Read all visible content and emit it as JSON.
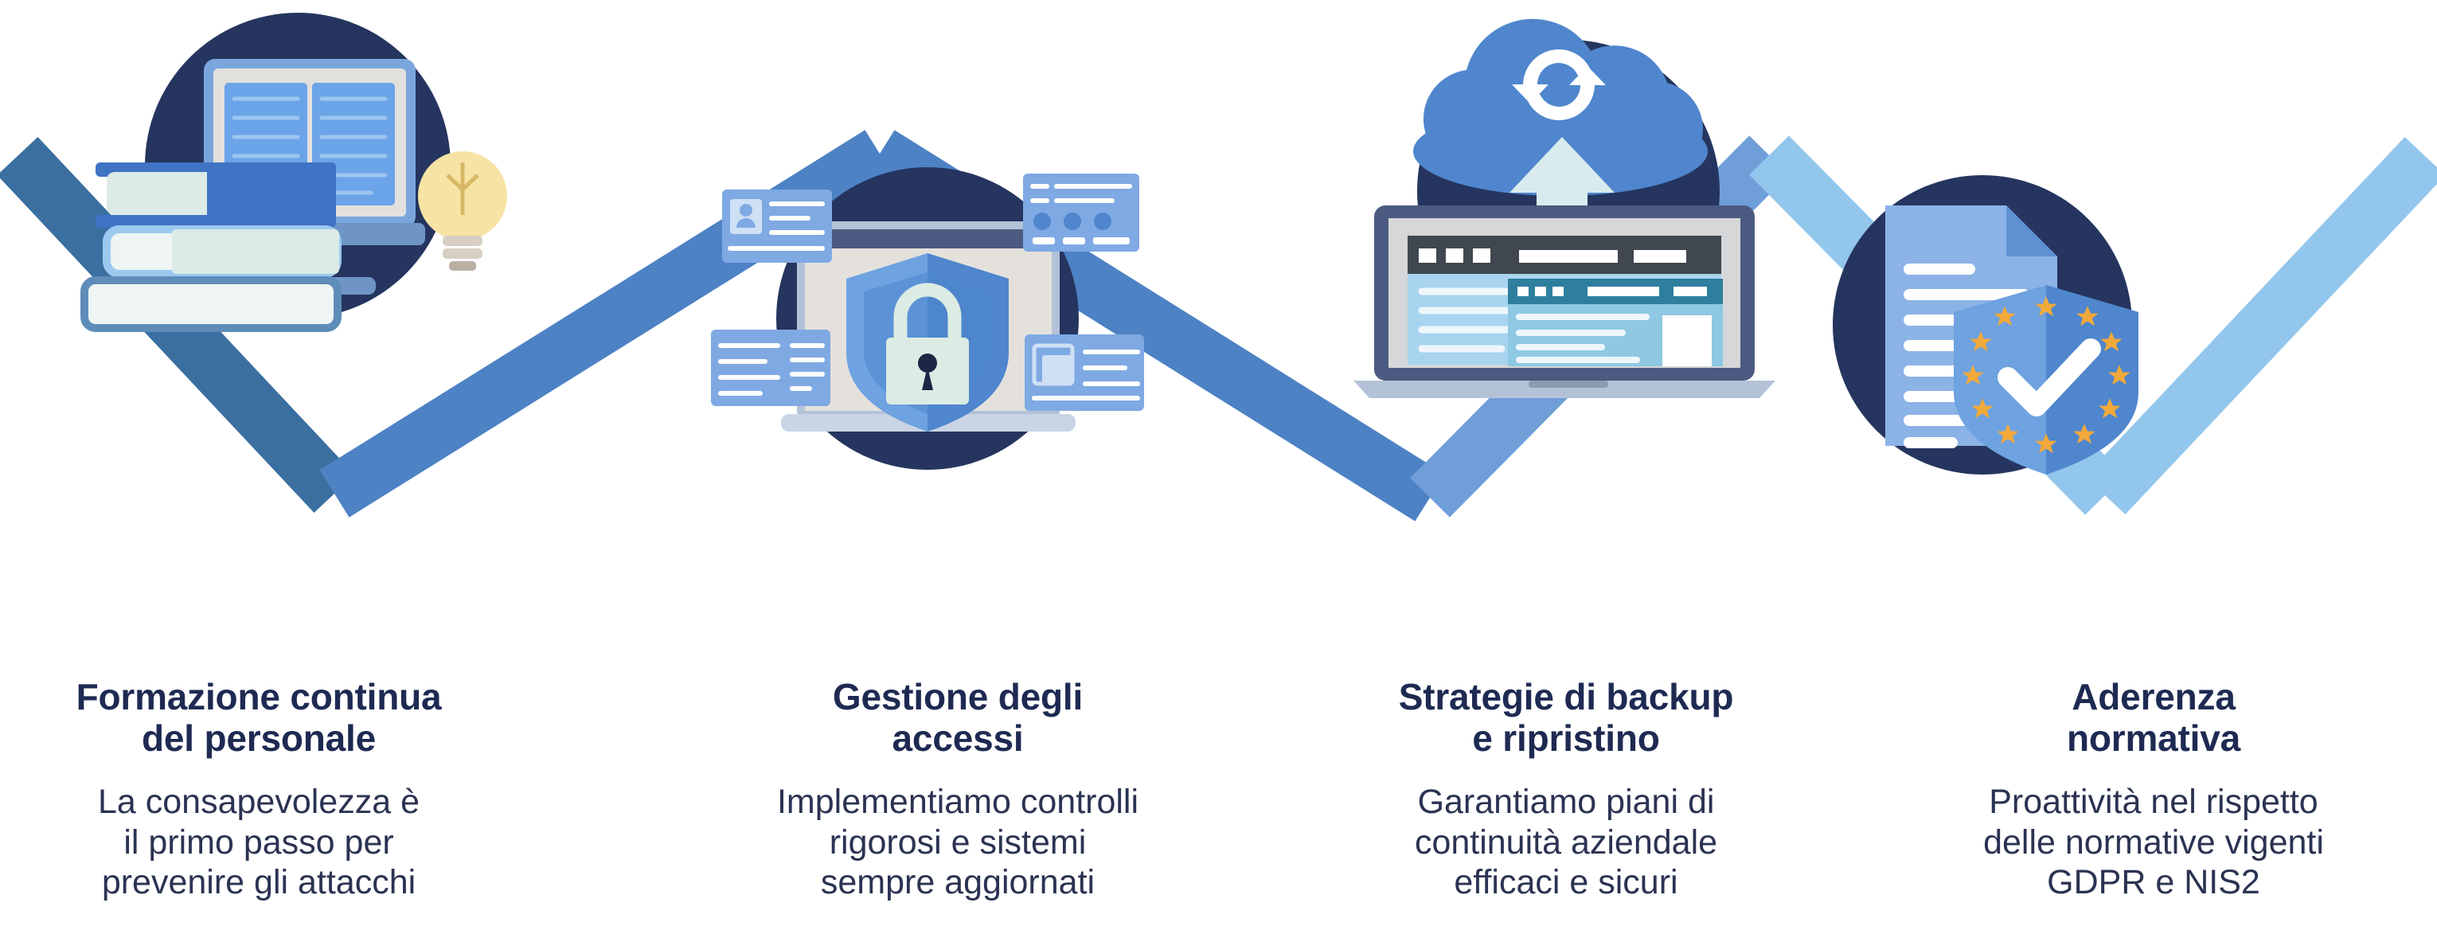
{
  "infographic": {
    "type": "zigzag-four-step",
    "background_color": "#ffffff",
    "accent_colors": {
      "navy_circle": "#25355f",
      "heading_text": "#1e2a52",
      "body_text": "#2b3352",
      "zig_segment_1": "#3b6fa0",
      "zig_segment_2": "#4d82c4",
      "zig_segment_3": "#6f9ed8",
      "zig_segment_4": "#93c6ec",
      "gold_star": "#f2a93b",
      "bulb_yellow": "#f7e3a4"
    },
    "steps": [
      {
        "id": "step-1",
        "icon_name": "books-and-laptop-with-lightbulb-icon",
        "title_lines": [
          "Formazione continua",
          "del personale"
        ],
        "body_lines": [
          "La consapevolezza è",
          "il primo passo per",
          "prevenire gli attacchi"
        ]
      },
      {
        "id": "step-2",
        "icon_name": "laptop-shield-padlock-access-icon",
        "title_lines": [
          "Gestione degli",
          "accessi"
        ],
        "body_lines": [
          "Implementiamo controlli",
          "rigorosi e sistemi",
          "sempre aggiornati"
        ]
      },
      {
        "id": "step-3",
        "icon_name": "cloud-backup-upload-laptop-icon",
        "title_lines": [
          "Strategie di backup",
          "e ripristino"
        ],
        "body_lines": [
          "Garantiamo piani di",
          "continuità aziendale",
          "efficaci e sicuri"
        ]
      },
      {
        "id": "step-4",
        "icon_name": "document-with-eu-compliance-shield-icon",
        "title_lines": [
          "Aderenza",
          "normativa"
        ],
        "body_lines": [
          "Proattività nel rispetto",
          "delle normative vigenti",
          "GDPR e NIS2"
        ]
      }
    ]
  }
}
